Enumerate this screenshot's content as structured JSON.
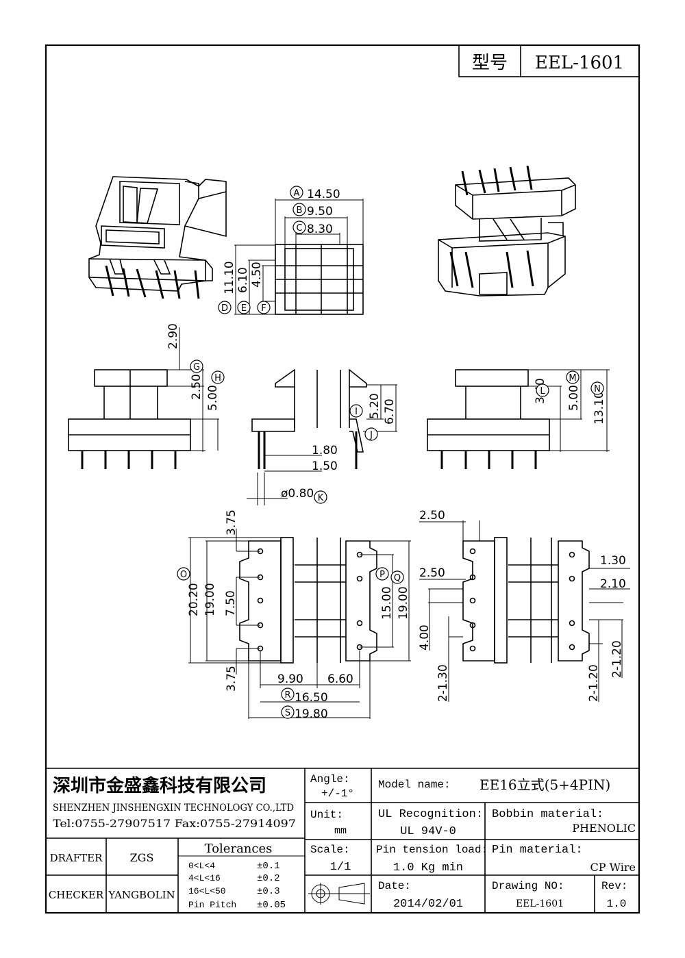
{
  "header": {
    "model_label": "型号",
    "model_value": "EEL-1601"
  },
  "dimensions": {
    "A": "14.50",
    "B": "9.50",
    "C": "8.30",
    "D": "11.10",
    "E": "6.10",
    "F": "4.50",
    "G": "2.90",
    "H": "2.50",
    "H2": "5.00",
    "I": "5.20",
    "J": "6.70",
    "k_dia": "ø0.80",
    "w1": "1.80",
    "w2": "1.50",
    "L": "3.40",
    "M": "5.00",
    "N": "13.10",
    "O": "20.20",
    "O2": "19.00",
    "v1": "3.75",
    "v2": "7.50",
    "v3": "3.75",
    "P": "15.00",
    "Q": "19.00",
    "h1": "9.90",
    "h2": "6.60",
    "R": "16.50",
    "S": "19.80",
    "r1": "2.50",
    "r2": "2.50",
    "r3": "4.00",
    "r4": "2-1.30",
    "r5": "1.30",
    "r6": "2.10",
    "r7": "2-1.20",
    "r8": "2-1.20"
  },
  "circle_letters": [
    "A",
    "B",
    "C",
    "D",
    "E",
    "F",
    "G",
    "H",
    "I",
    "J",
    "K",
    "L",
    "M",
    "N",
    "O",
    "P",
    "Q",
    "R",
    "S"
  ],
  "title_block": {
    "company_cn": "深圳市金盛鑫科技有限公司",
    "company_en": "SHENZHEN JINSHENGXIN TECHNOLOGY CO.,LTD",
    "contact": "Tel:0755-27907517   Fax:0755-27914097",
    "drafter_label": "DRAFTER",
    "drafter_value": "ZGS",
    "checker_label": "CHECKER",
    "checker_value": "YANGBOLIN",
    "tolerances_label": "Tolerances",
    "tol_rows": [
      {
        "range": "0<L<4",
        "value": "±0.1"
      },
      {
        "range": "4<L<16",
        "value": "±0.2"
      },
      {
        "range": "16<L<50",
        "value": "±0.3"
      },
      {
        "range": "Pin Pitch",
        "value": "±0.05"
      }
    ],
    "angle_label": "Angle:",
    "angle_value": "+/-1°",
    "unit_label": "Unit:",
    "unit_value": "mm",
    "scale_label": "Scale:",
    "scale_value": "1/1",
    "model_name_label": "Model name:",
    "model_name_value": "EE16立式(5+4PIN)",
    "ul_label": "UL Recognition:",
    "ul_value": "UL 94V-0",
    "bobbin_label": "Bobbin material:",
    "bobbin_value": "PHENOLIC",
    "pin_tension_label": "Pin tension load:",
    "pin_tension_value": "1.0 Kg min",
    "pin_material_label": "Pin material:",
    "pin_material_value": "CP Wire",
    "date_label": "Date:",
    "date_value": "2014/02/01",
    "drawing_no_label": "Drawing NO:",
    "drawing_no_value": "EEL-1601",
    "rev_label": "Rev:",
    "rev_value": "1.0"
  }
}
